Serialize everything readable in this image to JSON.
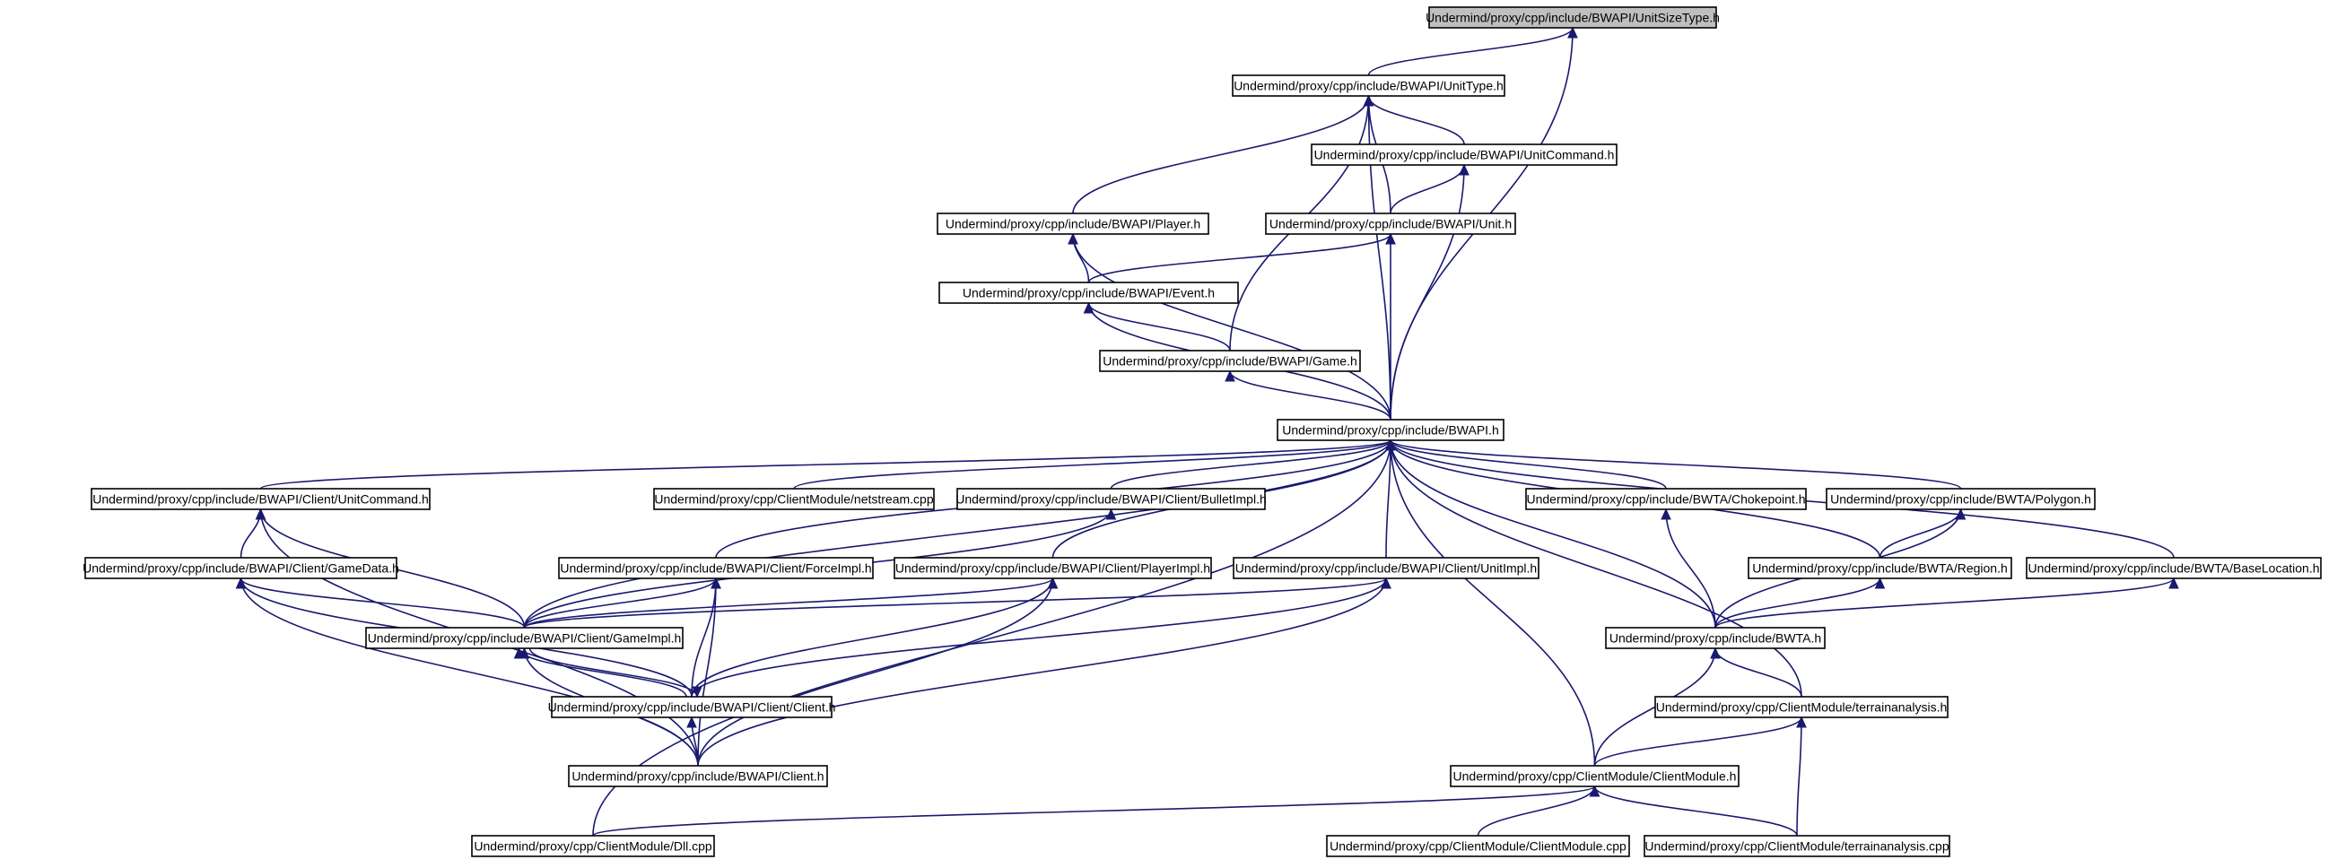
{
  "nodes": [
    {
      "id": "unitsizetype",
      "label": "Undermind/proxy/cpp/include/BWAPI/UnitSizeType.h",
      "root": true
    },
    {
      "id": "unittype",
      "label": "Undermind/proxy/cpp/include/BWAPI/UnitType.h"
    },
    {
      "id": "unitcommand",
      "label": "Undermind/proxy/cpp/include/BWAPI/UnitCommand.h"
    },
    {
      "id": "player",
      "label": "Undermind/proxy/cpp/include/BWAPI/Player.h"
    },
    {
      "id": "unit",
      "label": "Undermind/proxy/cpp/include/BWAPI/Unit.h"
    },
    {
      "id": "event",
      "label": "Undermind/proxy/cpp/include/BWAPI/Event.h"
    },
    {
      "id": "game",
      "label": "Undermind/proxy/cpp/include/BWAPI/Game.h"
    },
    {
      "id": "bwapi",
      "label": "Undermind/proxy/cpp/include/BWAPI.h"
    },
    {
      "id": "client_unitcommand",
      "label": "Undermind/proxy/cpp/include/BWAPI/Client/UnitCommand.h"
    },
    {
      "id": "netstream",
      "label": "Undermind/proxy/cpp/ClientModule/netstream.cpp"
    },
    {
      "id": "bulletimpl",
      "label": "Undermind/proxy/cpp/include/BWAPI/Client/BulletImpl.h"
    },
    {
      "id": "chokepoint",
      "label": "Undermind/proxy/cpp/include/BWTA/Chokepoint.h"
    },
    {
      "id": "polygon",
      "label": "Undermind/proxy/cpp/include/BWTA/Polygon.h"
    },
    {
      "id": "gamedata",
      "label": "Undermind/proxy/cpp/include/BWAPI/Client/GameData.h"
    },
    {
      "id": "forceimpl",
      "label": "Undermind/proxy/cpp/include/BWAPI/Client/ForceImpl.h"
    },
    {
      "id": "playerimpl",
      "label": "Undermind/proxy/cpp/include/BWAPI/Client/PlayerImpl.h"
    },
    {
      "id": "unitimpl",
      "label": "Undermind/proxy/cpp/include/BWAPI/Client/UnitImpl.h"
    },
    {
      "id": "region",
      "label": "Undermind/proxy/cpp/include/BWTA/Region.h"
    },
    {
      "id": "baselocation",
      "label": "Undermind/proxy/cpp/include/BWTA/BaseLocation.h"
    },
    {
      "id": "gameimpl",
      "label": "Undermind/proxy/cpp/include/BWAPI/Client/GameImpl.h"
    },
    {
      "id": "bwta",
      "label": "Undermind/proxy/cpp/include/BWTA.h"
    },
    {
      "id": "client_client",
      "label": "Undermind/proxy/cpp/include/BWAPI/Client/Client.h"
    },
    {
      "id": "terrainanalysis_h",
      "label": "Undermind/proxy/cpp/ClientModule/terrainanalysis.h"
    },
    {
      "id": "client_h",
      "label": "Undermind/proxy/cpp/include/BWAPI/Client.h"
    },
    {
      "id": "clientmodule_h",
      "label": "Undermind/proxy/cpp/ClientModule/ClientModule.h"
    },
    {
      "id": "dll",
      "label": "Undermind/proxy/cpp/ClientModule/Dll.cpp"
    },
    {
      "id": "clientmodule_cpp",
      "label": "Undermind/proxy/cpp/ClientModule/ClientModule.cpp"
    },
    {
      "id": "terrainanalysis_cpp",
      "label": "Undermind/proxy/cpp/ClientModule/terrainanalysis.cpp"
    }
  ],
  "edges": [
    [
      "unitsizetype",
      "unittype"
    ],
    [
      "unitsizetype",
      "bwapi"
    ],
    [
      "unittype",
      "unitcommand"
    ],
    [
      "unittype",
      "player"
    ],
    [
      "unittype",
      "unit"
    ],
    [
      "unittype",
      "game"
    ],
    [
      "unittype",
      "bwapi"
    ],
    [
      "unitcommand",
      "unit"
    ],
    [
      "unitcommand",
      "bwapi"
    ],
    [
      "player",
      "event"
    ],
    [
      "player",
      "bwapi"
    ],
    [
      "unit",
      "event"
    ],
    [
      "unit",
      "bwapi"
    ],
    [
      "event",
      "game"
    ],
    [
      "event",
      "bwapi"
    ],
    [
      "game",
      "bwapi"
    ],
    [
      "bwapi",
      "client_unitcommand"
    ],
    [
      "bwapi",
      "netstream"
    ],
    [
      "bwapi",
      "bulletimpl"
    ],
    [
      "bwapi",
      "chokepoint"
    ],
    [
      "bwapi",
      "polygon"
    ],
    [
      "bwapi",
      "forceimpl"
    ],
    [
      "bwapi",
      "playerimpl"
    ],
    [
      "bwapi",
      "unitimpl"
    ],
    [
      "bwapi",
      "region"
    ],
    [
      "bwapi",
      "baselocation"
    ],
    [
      "bwapi",
      "gameimpl"
    ],
    [
      "bwapi",
      "bwta"
    ],
    [
      "bwapi",
      "terrainanalysis_h"
    ],
    [
      "bwapi",
      "clientmodule_h"
    ],
    [
      "bwapi",
      "dll"
    ],
    [
      "client_unitcommand",
      "gamedata"
    ],
    [
      "client_unitcommand",
      "gameimpl"
    ],
    [
      "client_unitcommand",
      "client_h"
    ],
    [
      "bulletimpl",
      "gameimpl"
    ],
    [
      "chokepoint",
      "bwta"
    ],
    [
      "polygon",
      "region"
    ],
    [
      "polygon",
      "bwta"
    ],
    [
      "gamedata",
      "gameimpl"
    ],
    [
      "gamedata",
      "client_client"
    ],
    [
      "gamedata",
      "client_h"
    ],
    [
      "forceimpl",
      "gameimpl"
    ],
    [
      "forceimpl",
      "client_client"
    ],
    [
      "forceimpl",
      "client_h"
    ],
    [
      "playerimpl",
      "gameimpl"
    ],
    [
      "playerimpl",
      "client_client"
    ],
    [
      "playerimpl",
      "client_h"
    ],
    [
      "unitimpl",
      "gameimpl"
    ],
    [
      "unitimpl",
      "client_client"
    ],
    [
      "unitimpl",
      "client_h"
    ],
    [
      "region",
      "bwta"
    ],
    [
      "baselocation",
      "bwta"
    ],
    [
      "gameimpl",
      "client_client"
    ],
    [
      "gameimpl",
      "client_h"
    ],
    [
      "client_client",
      "gameimpl"
    ],
    [
      "client_client",
      "client_h"
    ],
    [
      "bwta",
      "terrainanalysis_h"
    ],
    [
      "bwta",
      "clientmodule_h"
    ],
    [
      "terrainanalysis_h",
      "clientmodule_h"
    ],
    [
      "terrainanalysis_h",
      "terrainanalysis_cpp"
    ],
    [
      "clientmodule_h",
      "dll"
    ],
    [
      "clientmodule_h",
      "clientmodule_cpp"
    ],
    [
      "clientmodule_h",
      "terrainanalysis_cpp"
    ]
  ]
}
